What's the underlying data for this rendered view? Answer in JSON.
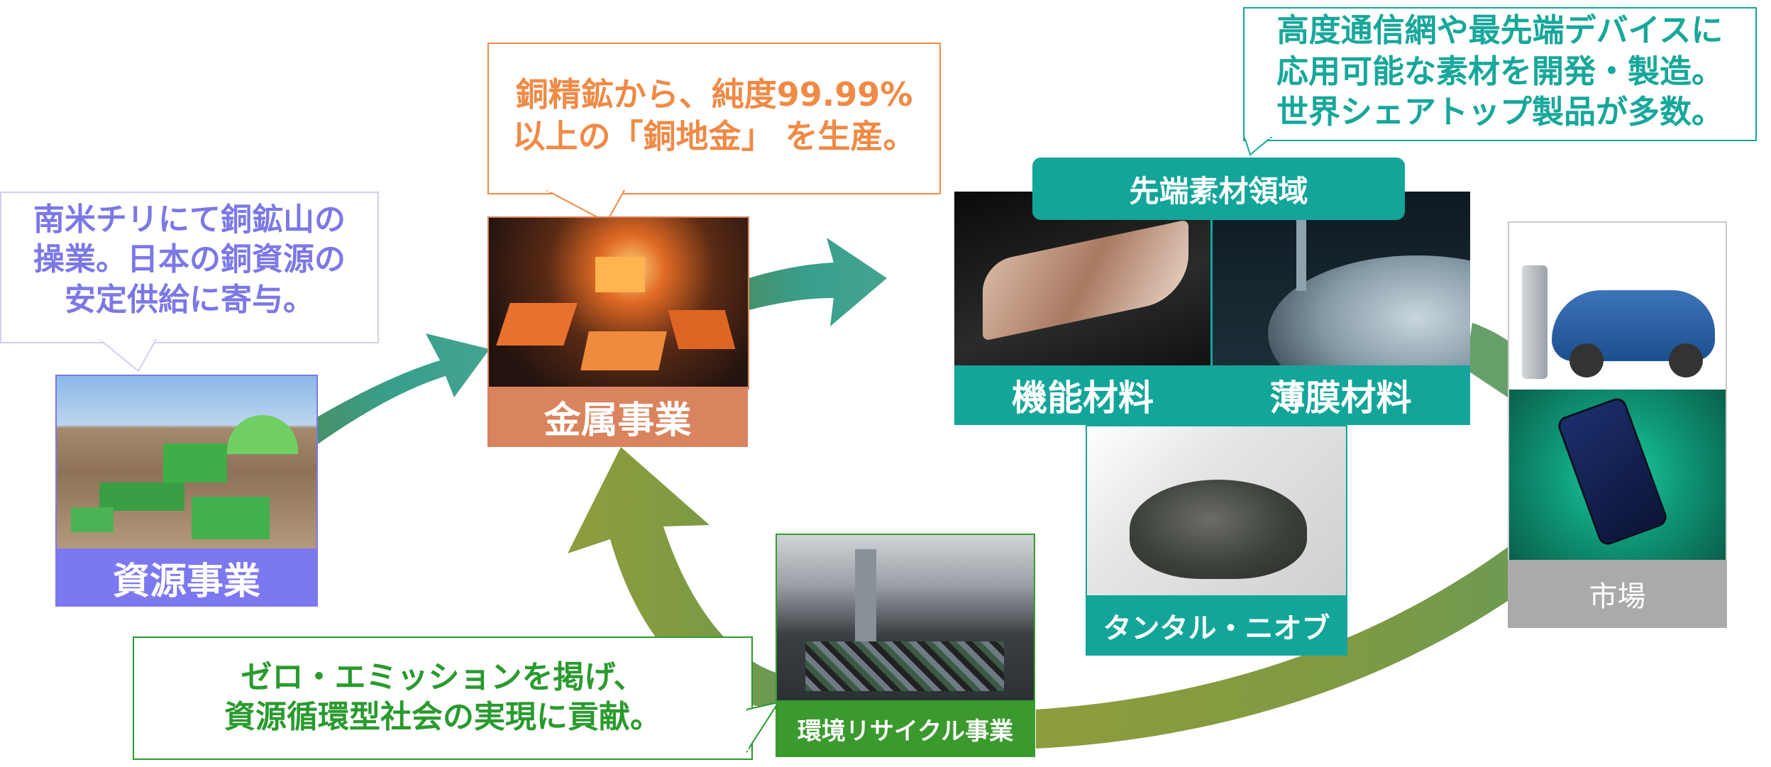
{
  "callouts": {
    "resources": {
      "lines": [
        "南米チリにて銅鉱山の",
        "操業。日本の銅資源の",
        "安定供給に寄与。"
      ],
      "color": "#7b78e6"
    },
    "metals": {
      "lines": [
        "銅精鉱から、純度99.99%",
        "以上の「銅地金」 を生産。"
      ],
      "color": "#ef8a46"
    },
    "advanced": {
      "lines": [
        "高度通信網や最先端デバイスに",
        "応用可能な素材を開発・製造。",
        "世界シェアトップ製品が多数。"
      ],
      "color": "#17a79b"
    },
    "recycling": {
      "lines": [
        "ゼロ・エミッションを掲げ、",
        "資源循環型社会の実現に貢献。"
      ],
      "color": "#2a9a2e"
    }
  },
  "labels": {
    "resources": "資源事業",
    "metals": "金属事業",
    "advanced_header": "先端素材領域",
    "functional": "機能材料",
    "thin_film": "薄膜材料",
    "tantalum": "タンタル・ニオブ",
    "recycling": "環境リサイクル事業",
    "market": "市場"
  },
  "colors": {
    "resources": "#7b78f0",
    "metals": "#d9845f",
    "teal": "#13a59a",
    "recycling": "#3a9a2e",
    "market": "#aaaaaa"
  }
}
